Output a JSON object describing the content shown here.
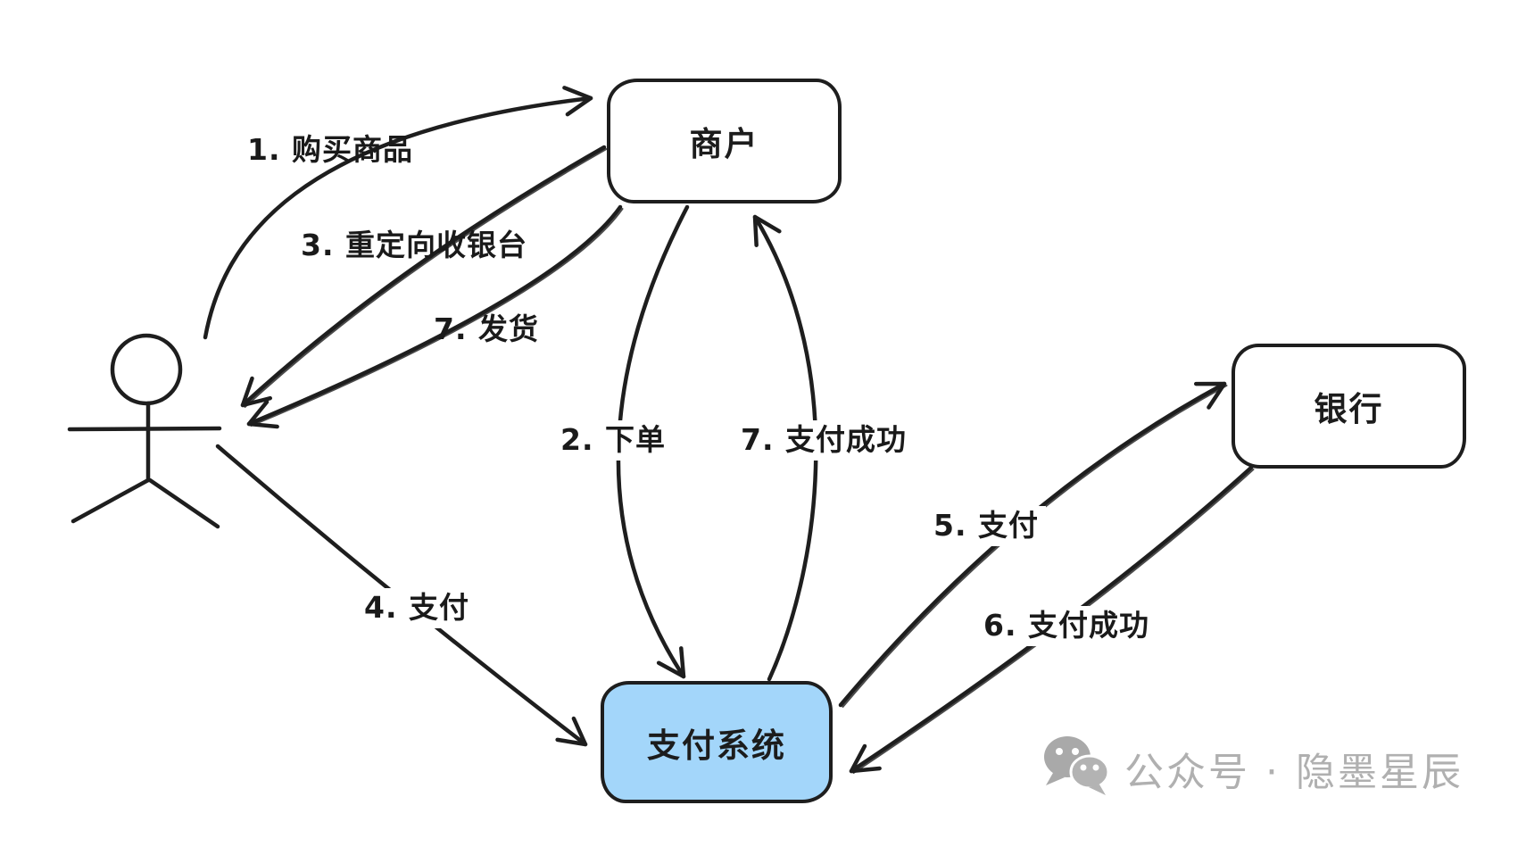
{
  "canvas": {
    "background": "#ffffff",
    "ink": "#1e1e1e",
    "label_color": "#1a1a1a",
    "payment_fill": "#a3d6fa",
    "watermark_color": "#b0b0b0"
  },
  "actor": {
    "name": "user-stick-figure"
  },
  "nodes": {
    "merchant": {
      "label": "商户",
      "fill": "#ffffff"
    },
    "bank": {
      "label": "银行",
      "fill": "#ffffff"
    },
    "payment": {
      "label": "支付系统",
      "fill": "#a3d6fa"
    }
  },
  "edges": [
    {
      "id": "buy",
      "label": "1. 购买商品",
      "from": "user",
      "to": "merchant"
    },
    {
      "id": "order",
      "label": "2. 下单",
      "from": "merchant",
      "to": "payment"
    },
    {
      "id": "redirect",
      "label": "3. 重定向收银台",
      "from": "merchant",
      "to": "user"
    },
    {
      "id": "pay-user",
      "label": "4. 支付",
      "from": "user",
      "to": "payment"
    },
    {
      "id": "pay-bank",
      "label": "5. 支付",
      "from": "payment",
      "to": "bank"
    },
    {
      "id": "pay-success-bank",
      "label": "6. 支付成功",
      "from": "bank",
      "to": "payment"
    },
    {
      "id": "pay-success-merchant",
      "label": "7. 支付成功",
      "from": "payment",
      "to": "merchant"
    },
    {
      "id": "ship",
      "label": "7. 发货",
      "from": "merchant",
      "to": "user"
    }
  ],
  "watermark": {
    "icon": "wechat-icon",
    "text": "公众号 · 隐墨星辰"
  }
}
